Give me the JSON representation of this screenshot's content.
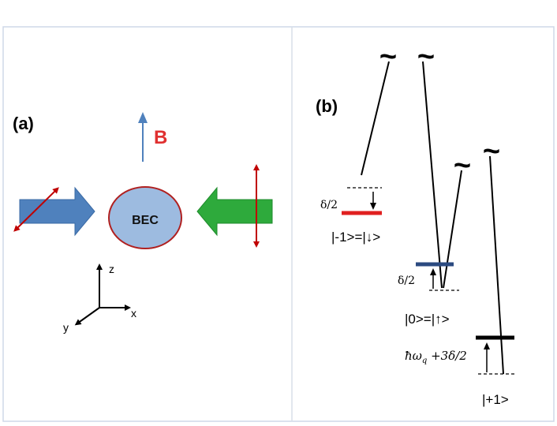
{
  "panel_a": {
    "label": "(a)",
    "field_label": "B",
    "condensate_label": "BEC",
    "axes": {
      "z": "z",
      "x": "x",
      "y": "y"
    },
    "colors": {
      "left_beam": "#4f81bd",
      "right_beam": "#2eaa3c",
      "polarization": "#c00000",
      "field": "#4f81bd",
      "field_text": "#e03030",
      "condensate_fill": "#9dbbe0",
      "condensate_edge": "#b02020"
    }
  },
  "panel_b": {
    "label": "(b)",
    "level_minus": {
      "label": "|-1>=|↓>",
      "detuning": "δ/2",
      "color": "#e02020"
    },
    "level_zero": {
      "label": "|0>=|↑>",
      "detuning": "δ/2",
      "color": "#2b4a80"
    },
    "level_plus": {
      "label": "|+1>",
      "detuning": "ħωq + 3δ/2",
      "detuning_main": "ħω",
      "detuning_sub": "q",
      "detuning_rest": " +3δ/2",
      "color": "#000000"
    },
    "tilde": "~"
  }
}
